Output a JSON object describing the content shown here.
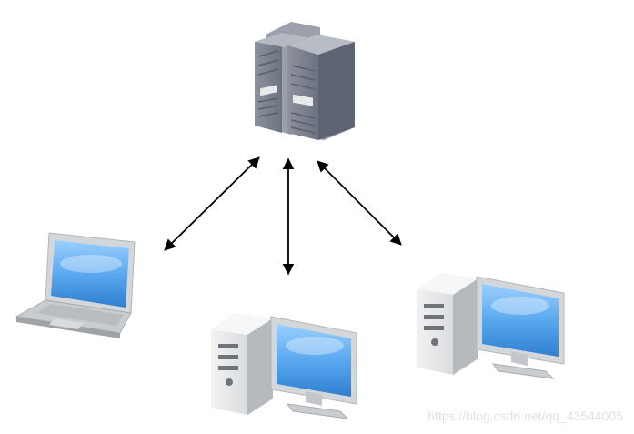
{
  "watermark": "https://blog.csdn.net/qq_43544005",
  "nodes": [
    {
      "name": "server-icon",
      "kind": "server"
    },
    {
      "name": "laptop-icon",
      "kind": "laptop"
    },
    {
      "name": "desktop-icon",
      "kind": "desktop"
    },
    {
      "name": "desktop-icon",
      "kind": "desktop"
    }
  ],
  "colors": {
    "screen": "#4f9fe8",
    "server_body": "#7b808e",
    "casing": "#d9dcdf",
    "arrow": "#000000"
  }
}
